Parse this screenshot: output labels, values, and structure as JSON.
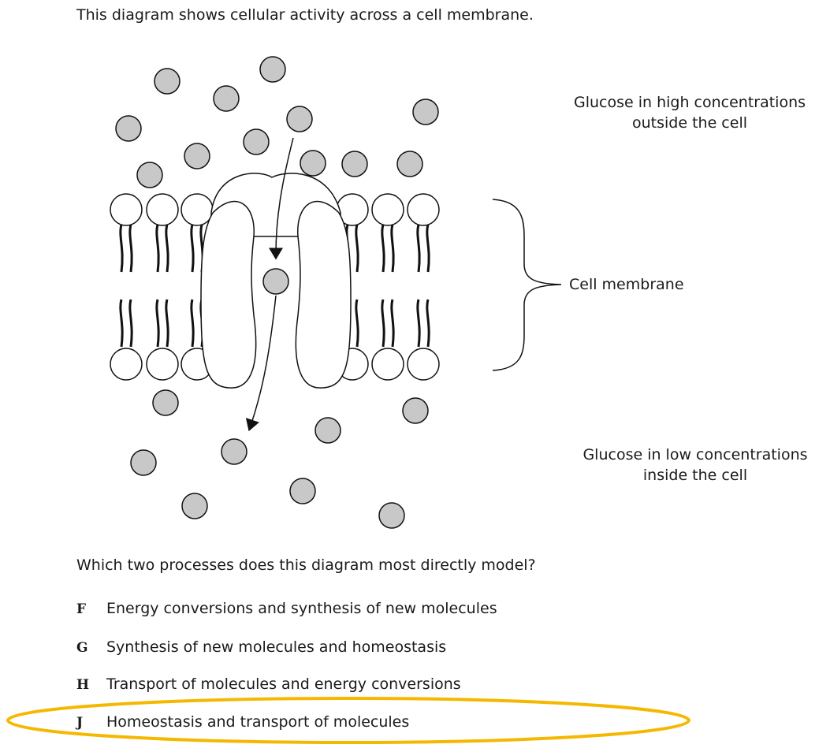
{
  "intro": "This diagram shows cellular activity across a cell membrane.",
  "labels": {
    "outside_line1": "Glucose in high concentrations",
    "outside_line2": "outside the cell",
    "membrane": "Cell membrane",
    "inside_line1": "Glucose in low concentrations",
    "inside_line2": "inside the cell"
  },
  "question": "Which two processes does this diagram most directly model?",
  "choices": [
    {
      "letter": "F",
      "text": "Energy conversions and synthesis of new molecules"
    },
    {
      "letter": "G",
      "text": "Synthesis of new molecules and homeostasis"
    },
    {
      "letter": "H",
      "text": "Transport of molecules and energy conversions"
    },
    {
      "letter": "J",
      "text": "Homeostasis and transport of molecules"
    }
  ],
  "colors": {
    "glucose_fill": "#c8c8c8",
    "highlight": "#f5b800"
  }
}
